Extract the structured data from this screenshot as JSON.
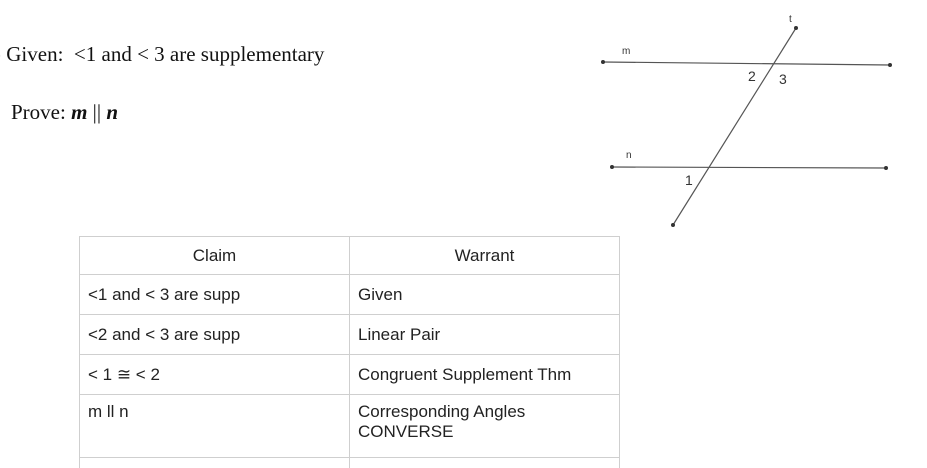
{
  "problem": {
    "given_text": ") Given:  <1 and < 3 are supplementary",
    "prove_label": "Prove: ",
    "prove_m": "m",
    "prove_parallel": " || ",
    "prove_n": "n"
  },
  "figure": {
    "label_m": "m",
    "label_n": "n",
    "label_t": "t",
    "angle_1": "1",
    "angle_2": "2",
    "angle_3": "3"
  },
  "table": {
    "headers": [
      "Claim",
      "Warrant"
    ],
    "rows": [
      {
        "claim": "<1 and < 3 are supp",
        "warrant": "Given"
      },
      {
        "claim": "<2  and < 3 are supp",
        "warrant": "Linear Pair"
      },
      {
        "claim": "< 1 ≅ < 2",
        "warrant": "Congruent Supplement Thm"
      },
      {
        "claim": "m ll n",
        "warrant_line1": "Corresponding Angles",
        "warrant_line2": "CONVERSE"
      }
    ]
  }
}
